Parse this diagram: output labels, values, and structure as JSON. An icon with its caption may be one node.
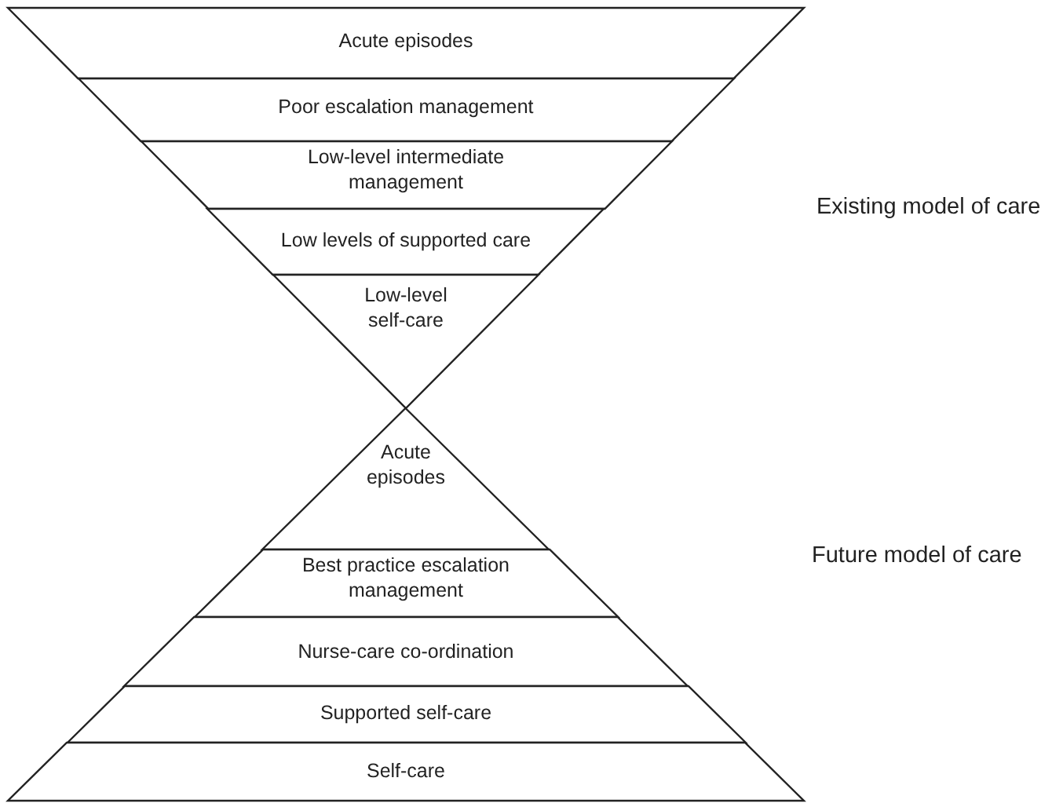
{
  "diagram": {
    "nodes": [
      {
        "text": [
          "Acute episodes"
        ]
      },
      {
        "text": [
          "Poor escalation management"
        ]
      },
      {
        "text": [
          "Low-level intermediate management"
        ]
      },
      {
        "text": [
          "Low levels of supported care"
        ]
      },
      {
        "text": [
          "Low-level self-care"
        ]
      },
      {
        "text": [
          "Acute episodes"
        ]
      },
      {
        "text": [
          "Best practice escalation management"
        ]
      },
      {
        "text": [
          "Nurse-care co-ordination"
        ]
      },
      {
        "text": [
          "Supported self-care"
        ]
      },
      {
        "text": [
          "Self-care"
        ]
      }
    ],
    "edges": [],
    "labels": [
      "Existing model of care",
      "Future model of care"
    ]
  }
}
